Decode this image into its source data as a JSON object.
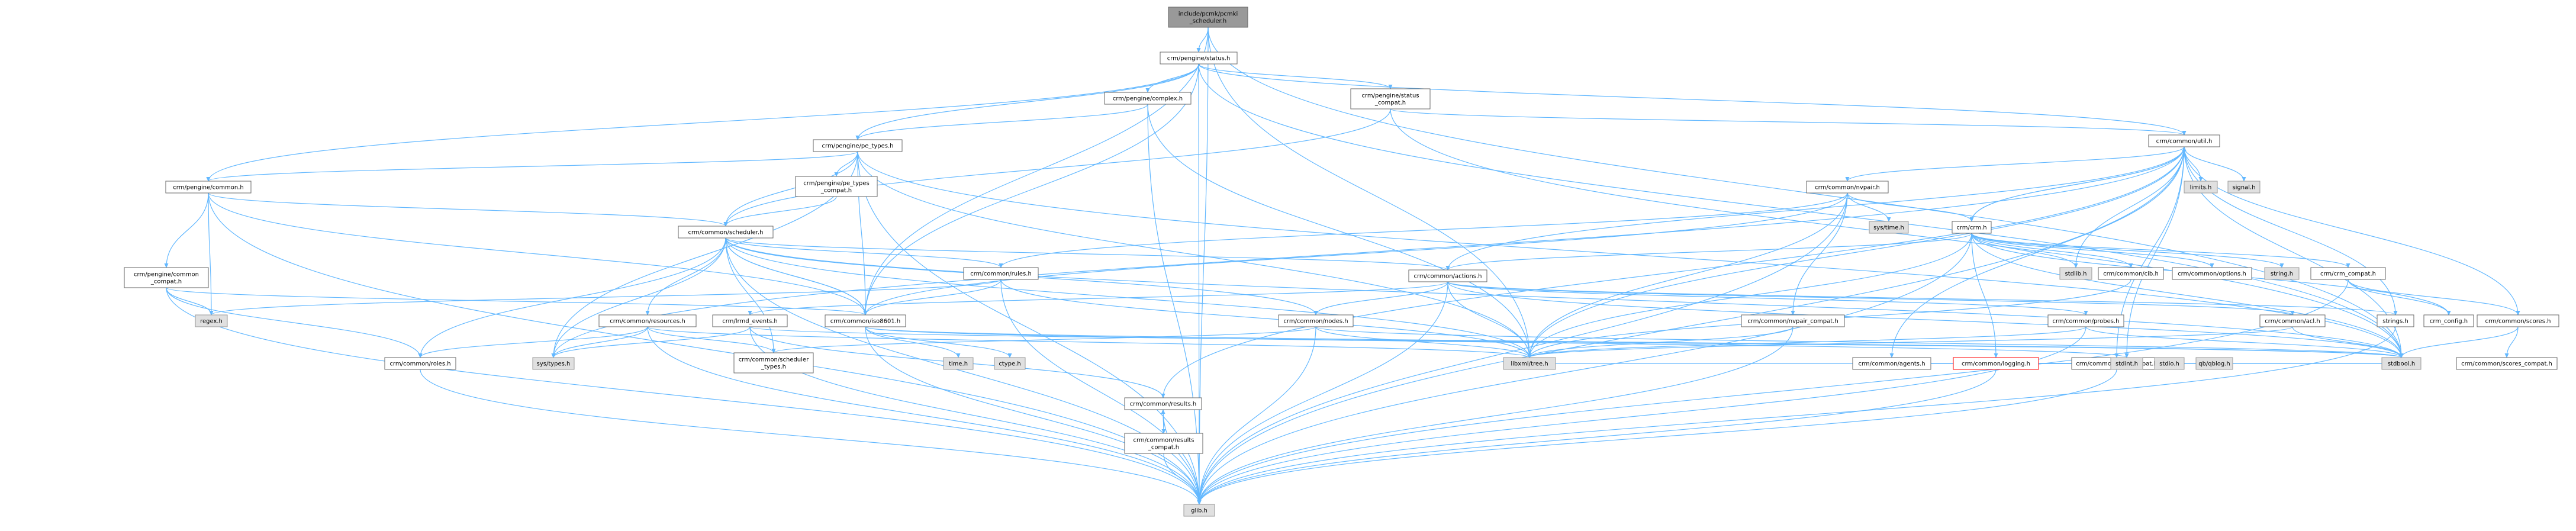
{
  "colors": {
    "edge": "#63b8ff",
    "node_fill": "#ffffff",
    "node_stroke": "#666666",
    "root_fill": "#999999",
    "root_stroke": "#666666",
    "system_fill": "#e0e0e0",
    "system_stroke": "#999999",
    "warn_stroke": "#ff0000",
    "text": "#000000"
  },
  "nodes": {
    "scheduler_h": [
      "include/pcmk/pcmki",
      "_scheduler.h"
    ],
    "pengine_status": [
      "crm/pengine/status.h"
    ],
    "pengine_complex": [
      "crm/pengine/complex.h"
    ],
    "pengine_status_compat": [
      "crm/pengine/status",
      "_compat.h"
    ],
    "pengine_pe_types": [
      "crm/pengine/pe_types.h"
    ],
    "common_util": [
      "crm/common/util.h"
    ],
    "pengine_common": [
      "crm/pengine/common.h"
    ],
    "pe_types_compat": [
      "crm/pengine/pe_types",
      "_compat.h"
    ],
    "common_nvpair": [
      "crm/common/nvpair.h"
    ],
    "limits": [
      "limits.h"
    ],
    "signal": [
      "signal.h"
    ],
    "common_scheduler": [
      "crm/common/scheduler.h"
    ],
    "sys_time": [
      "sys/time.h"
    ],
    "crm_h": [
      "crm/crm.h"
    ],
    "pengine_common_compat": [
      "crm/pengine/common",
      "_compat.h"
    ],
    "common_rules": [
      "crm/common/rules.h"
    ],
    "common_actions": [
      "crm/common/actions.h"
    ],
    "stdlib": [
      "stdlib.h"
    ],
    "common_cib": [
      "crm/common/cib.h"
    ],
    "common_options": [
      "crm/common/options.h"
    ],
    "string_h": [
      "string.h"
    ],
    "crm_compat": [
      "crm/crm_compat.h"
    ],
    "regex": [
      "regex.h"
    ],
    "common_resources": [
      "crm/common/resources.h"
    ],
    "lrmd_events": [
      "crm/lrmd_events.h"
    ],
    "common_iso8601": [
      "crm/common/iso8601.h"
    ],
    "common_nodes": [
      "crm/common/nodes.h"
    ],
    "nvpair_compat": [
      "crm/common/nvpair_compat.h"
    ],
    "common_probes": [
      "crm/common/probes.h"
    ],
    "common_acl": [
      "crm/common/acl.h"
    ],
    "strings_h": [
      "strings.h"
    ],
    "crm_config": [
      "crm_config.h"
    ],
    "common_scores": [
      "crm/common/scores.h"
    ],
    "common_agents": [
      "crm/common/agents.h"
    ],
    "common_logging": [
      "crm/common/logging.h"
    ],
    "util_compat": [
      "crm/common/util_compat.h"
    ],
    "common_roles": [
      "crm/common/roles.h"
    ],
    "sys_types": [
      "sys/types.h"
    ],
    "scheduler_types": [
      "crm/common/scheduler",
      "_types.h"
    ],
    "time_h": [
      "time.h"
    ],
    "ctype": [
      "ctype.h"
    ],
    "common_results": [
      "crm/common/results.h"
    ],
    "libxml": [
      "libxml/tree.h"
    ],
    "stdbool": [
      "stdbool.h"
    ],
    "scores_compat": [
      "crm/common/scores_compat.h"
    ],
    "stdint": [
      "stdint.h"
    ],
    "stdio": [
      "stdio.h"
    ],
    "qb_log": [
      "qb/qblog.h"
    ],
    "results_compat": [
      "crm/common/results",
      "_compat.h"
    ],
    "glib": [
      "glib.h"
    ]
  }
}
